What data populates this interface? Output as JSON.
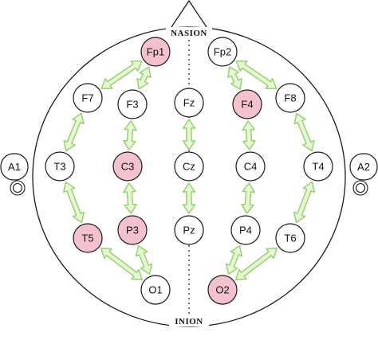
{
  "landmarks": {
    "nasion": "NASION",
    "inion": "INION"
  },
  "ears": {
    "left": "A1",
    "right": "A2"
  },
  "electrodes": [
    {
      "id": "Fp1",
      "highlight": true
    },
    {
      "id": "Fp2",
      "highlight": false
    },
    {
      "id": "F7",
      "highlight": false
    },
    {
      "id": "F3",
      "highlight": false
    },
    {
      "id": "Fz",
      "highlight": false
    },
    {
      "id": "F4",
      "highlight": true
    },
    {
      "id": "F8",
      "highlight": false
    },
    {
      "id": "T3",
      "highlight": false
    },
    {
      "id": "C3",
      "highlight": true
    },
    {
      "id": "Cz",
      "highlight": false
    },
    {
      "id": "C4",
      "highlight": false
    },
    {
      "id": "T4",
      "highlight": false
    },
    {
      "id": "T5",
      "highlight": true
    },
    {
      "id": "P3",
      "highlight": true
    },
    {
      "id": "Pz",
      "highlight": false
    },
    {
      "id": "P4",
      "highlight": false
    },
    {
      "id": "T6",
      "highlight": false
    },
    {
      "id": "O1",
      "highlight": false
    },
    {
      "id": "O2",
      "highlight": true
    }
  ],
  "connections": [
    [
      "Fp1",
      "F7"
    ],
    [
      "Fp1",
      "F3"
    ],
    [
      "F7",
      "T3"
    ],
    [
      "T3",
      "T5"
    ],
    [
      "T5",
      "O1"
    ],
    [
      "F3",
      "C3"
    ],
    [
      "C3",
      "P3"
    ],
    [
      "P3",
      "O1"
    ],
    [
      "Fz",
      "Cz"
    ],
    [
      "Cz",
      "Pz"
    ],
    [
      "Fp2",
      "F4"
    ],
    [
      "Fp2",
      "F8"
    ],
    [
      "F4",
      "C4"
    ],
    [
      "C4",
      "P4"
    ],
    [
      "P4",
      "O2"
    ],
    [
      "F8",
      "T4"
    ],
    [
      "T4",
      "T6"
    ],
    [
      "T6",
      "O2"
    ]
  ],
  "colors": {
    "highlight_fill": "#f4c2ce",
    "normal_fill": "#ffffff",
    "stroke": "#1a1a1a",
    "arrow_fill": "#e6f7d2",
    "arrow_stroke": "#8fd16a"
  }
}
